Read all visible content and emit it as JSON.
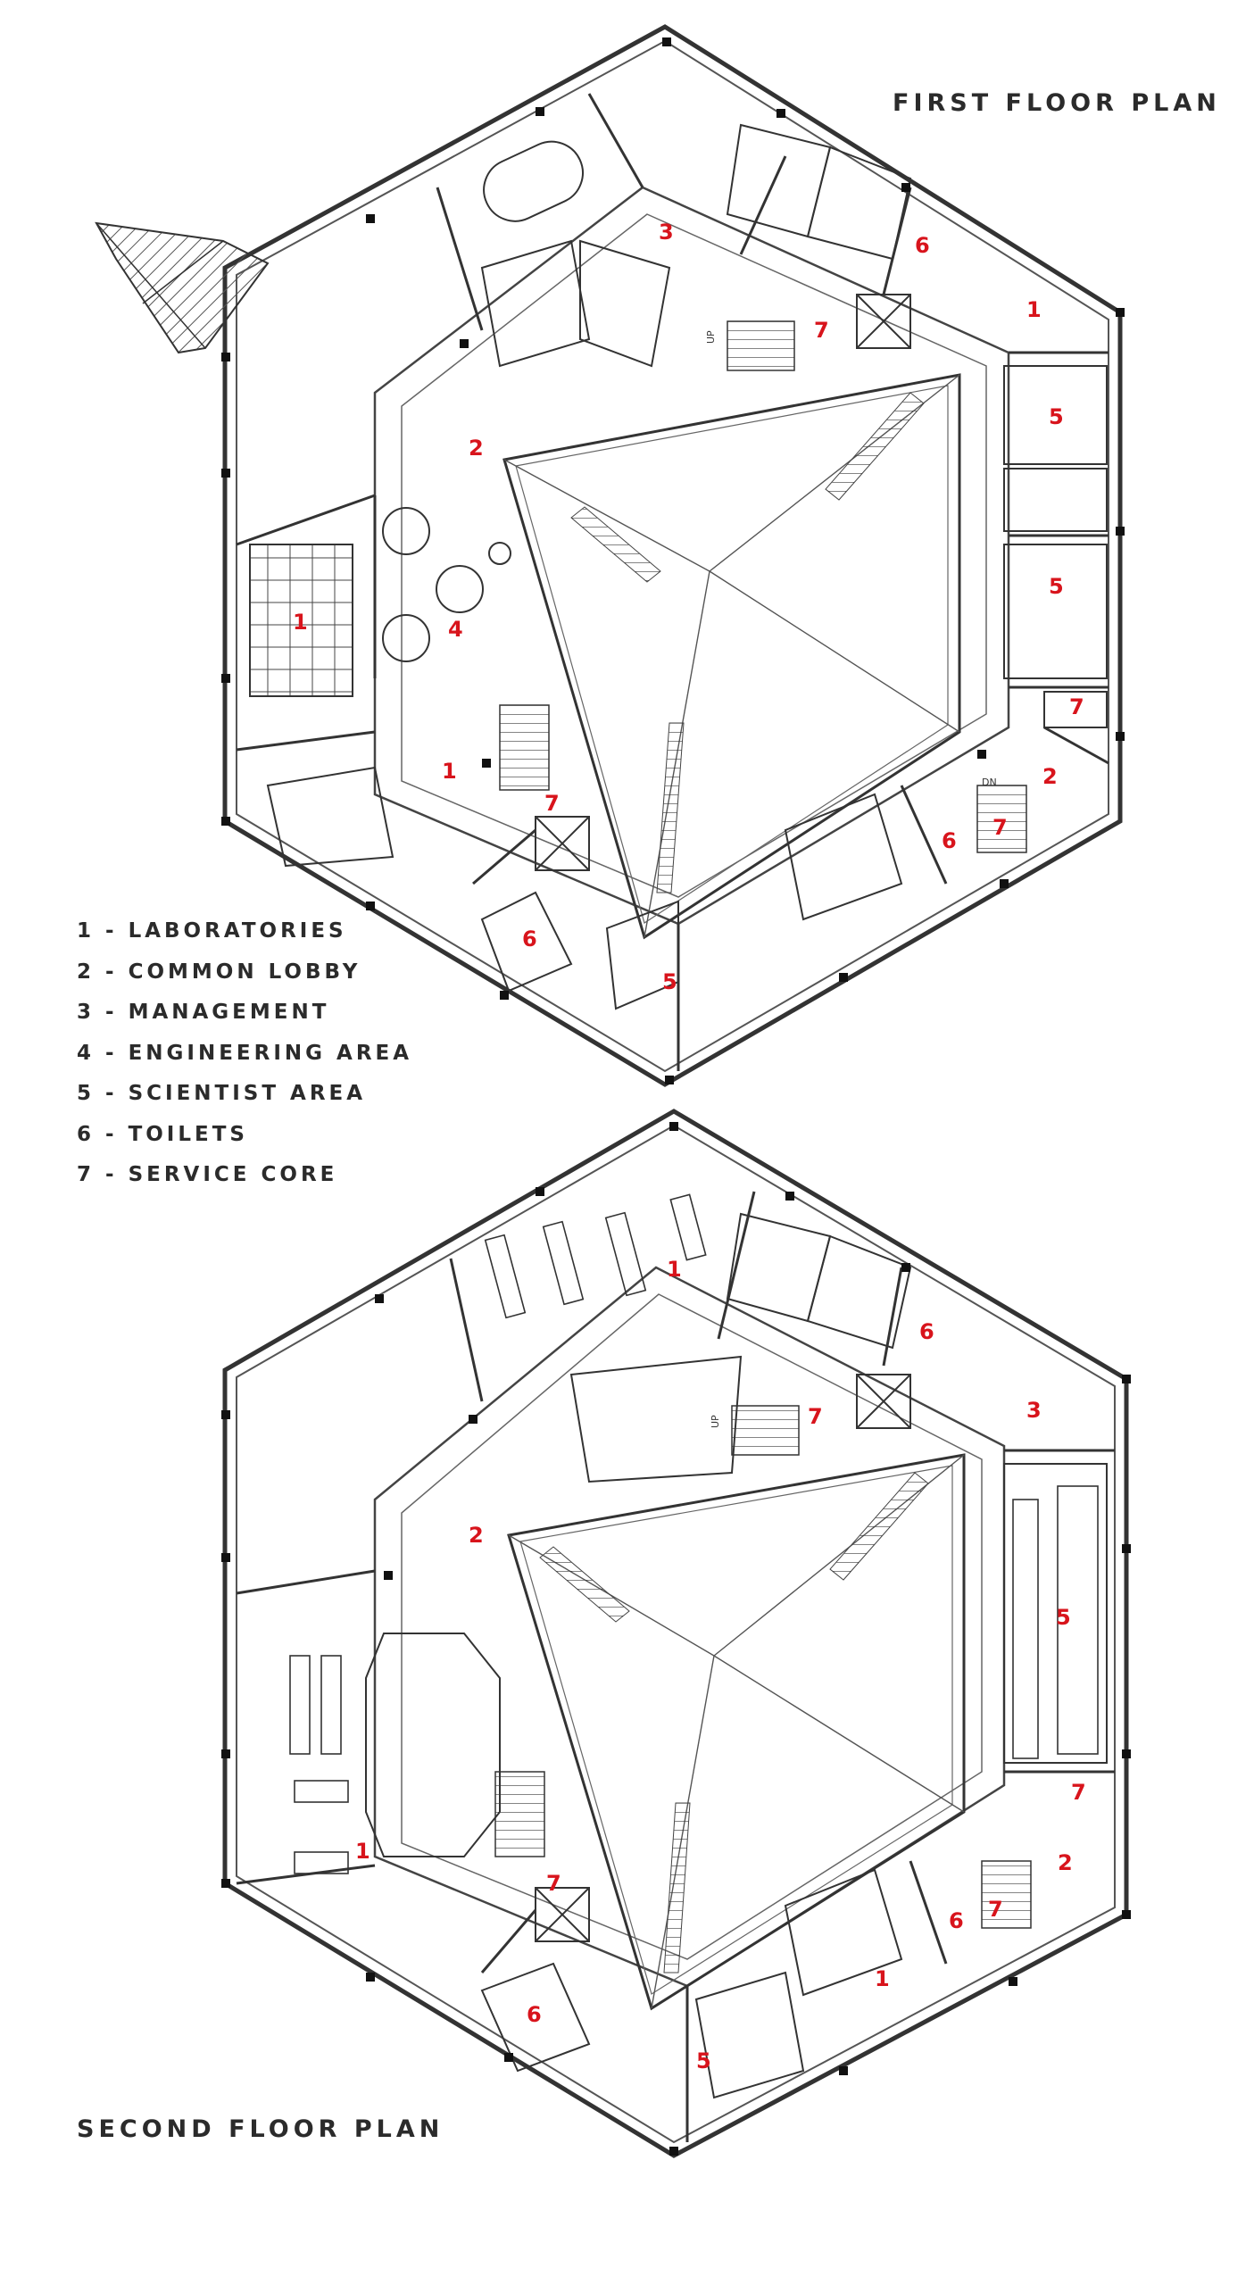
{
  "titles": {
    "first": "FIRST FLOOR PLAN",
    "second": "SECOND FLOOR PLAN"
  },
  "legend": [
    "1 - LABORATORIES",
    "2 - COMMON LOBBY",
    "3 - MANAGEMENT",
    "4 - ENGINEERING AREA",
    "5 - SCIENTIST AREA",
    "6 - TOILETS",
    "7 - SERVICE CORE"
  ],
  "first_floor_labels": [
    "3",
    "6",
    "1",
    "7",
    "5",
    "2",
    "5",
    "1",
    "4",
    "7",
    "2",
    "1",
    "7",
    "6",
    "7",
    "5",
    "6"
  ],
  "second_floor_labels": [
    "1",
    "6",
    "3",
    "7",
    "2",
    "5",
    "1",
    "7",
    "7",
    "2",
    "7",
    "6",
    "6",
    "1",
    "5"
  ],
  "small_text": {
    "up": "UP",
    "dn": "DN"
  },
  "colors": {
    "label": "#d8141c",
    "line": "#333333",
    "text": "#2b2b2b"
  }
}
